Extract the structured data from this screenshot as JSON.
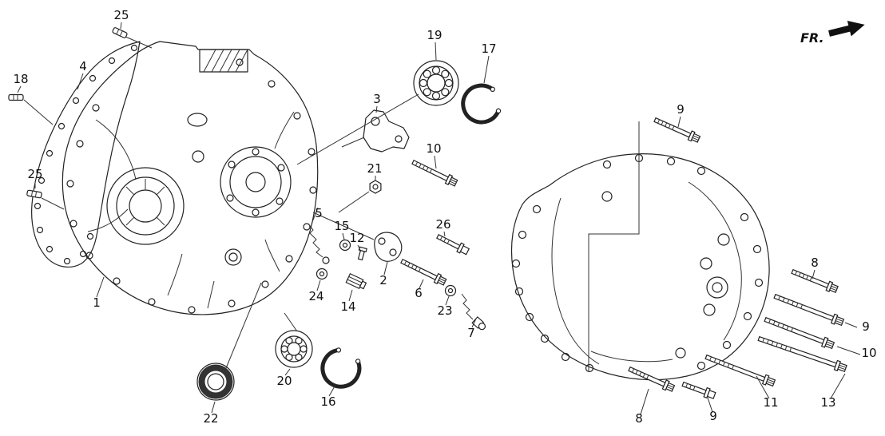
{
  "diagram": {
    "direction_label": "FR.",
    "callouts": [
      {
        "part": "25"
      },
      {
        "part": "4"
      },
      {
        "part": "18"
      },
      {
        "part": "25"
      },
      {
        "part": "1"
      },
      {
        "part": "22"
      },
      {
        "part": "20"
      },
      {
        "part": "16"
      },
      {
        "part": "24"
      },
      {
        "part": "14"
      },
      {
        "part": "5"
      },
      {
        "part": "15"
      },
      {
        "part": "12"
      },
      {
        "part": "2"
      },
      {
        "part": "6"
      },
      {
        "part": "23"
      },
      {
        "part": "7"
      },
      {
        "part": "26"
      },
      {
        "part": "21"
      },
      {
        "part": "3"
      },
      {
        "part": "10"
      },
      {
        "part": "19"
      },
      {
        "part": "17"
      },
      {
        "part": "9"
      },
      {
        "part": "8"
      },
      {
        "part": "9"
      },
      {
        "part": "10"
      },
      {
        "part": "13"
      },
      {
        "part": "11"
      },
      {
        "part": "9"
      },
      {
        "part": "8"
      }
    ]
  }
}
